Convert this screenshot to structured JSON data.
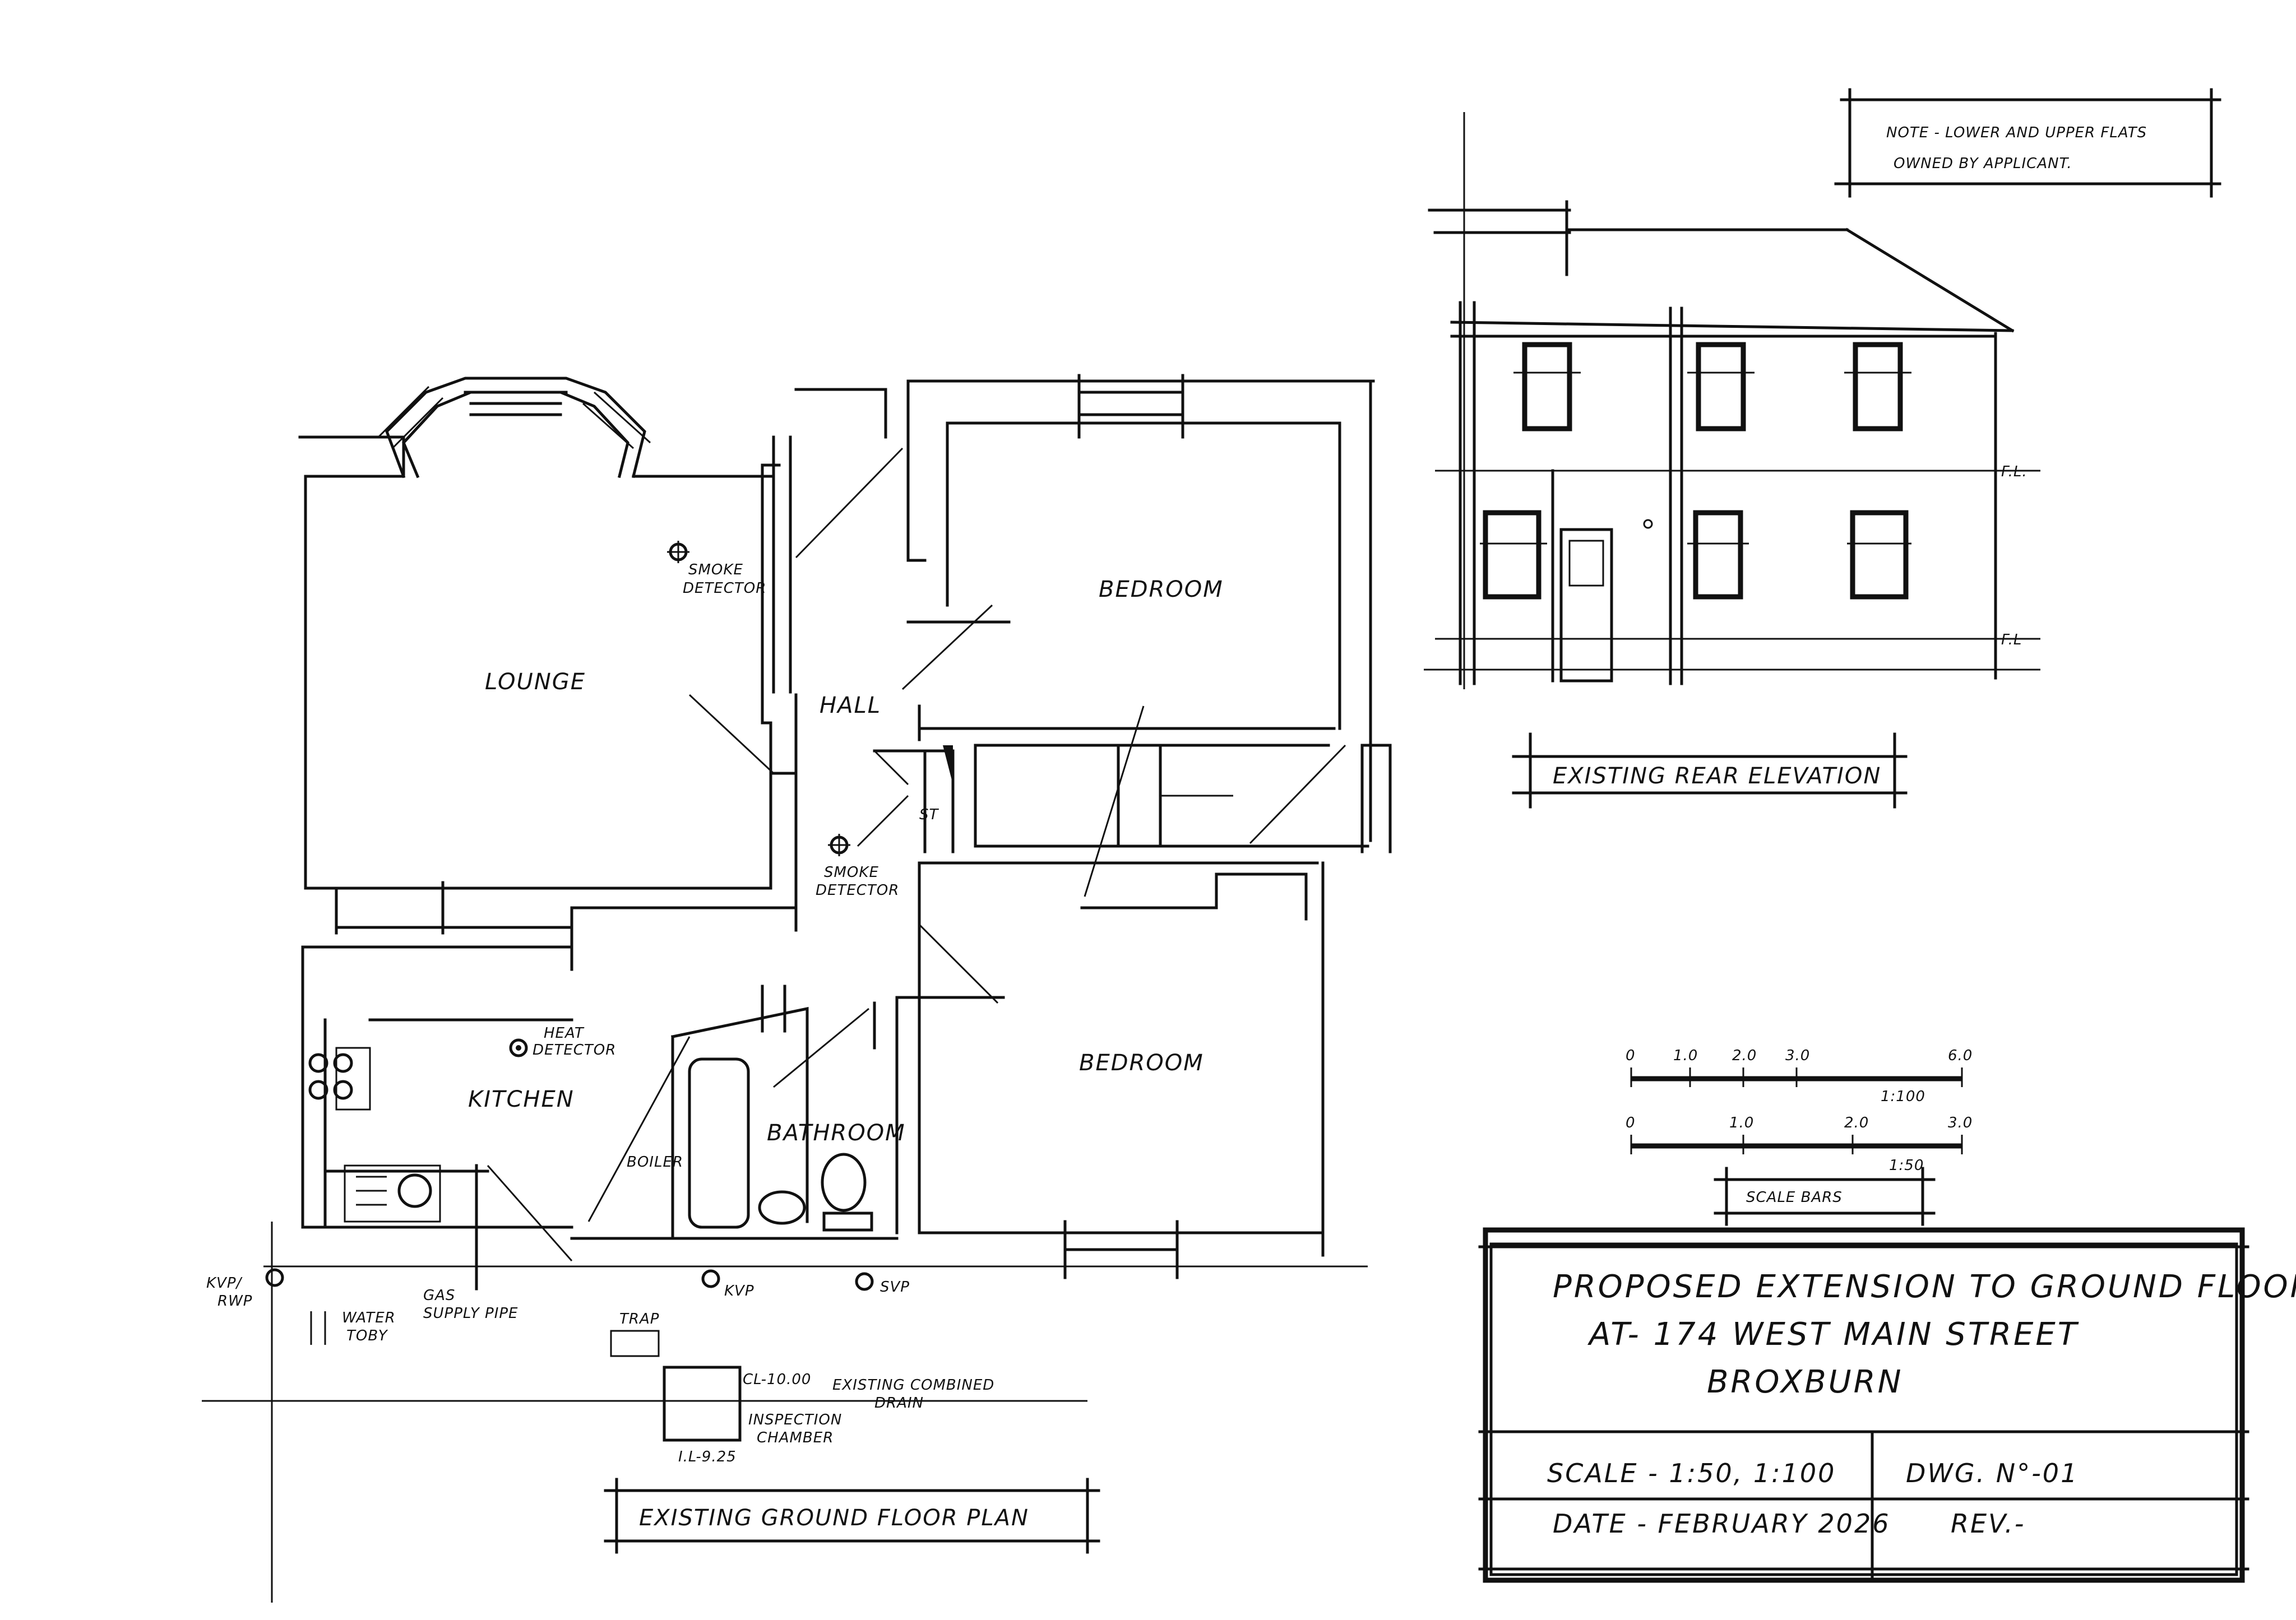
{
  "note": {
    "line1": "NOTE - LOWER AND UPPER FLATS",
    "line2": "OWNED BY APPLICANT."
  },
  "plan": {
    "rooms": {
      "lounge": "LOUNGE",
      "bedroom_front": "BEDROOM",
      "hall": "HALL",
      "bedroom_rear": "BEDROOM",
      "kitchen": "KITCHEN",
      "bathroom": "BATHROOM"
    },
    "annotations": {
      "smoke1_a": "SMOKE",
      "smoke1_b": "DETECTOR",
      "smoke2_a": "SMOKE",
      "smoke2_b": "DETECTOR",
      "heat_a": "HEAT",
      "heat_b": "DETECTOR",
      "st": "ST",
      "boiler": "BOILER",
      "kvp_rwp_a": "KVP/",
      "kvp_rwp_b": "RWP",
      "kvp": "KVP",
      "svp": "SVP",
      "water_a": "WATER",
      "water_b": "TOBY",
      "gas_a": "GAS",
      "gas_b": "SUPPLY PIPE",
      "trap": "TRAP",
      "cl": "CL-10.00",
      "il": "I.L-9.25",
      "drain_a": "EXISTING COMBINED",
      "drain_b": "DRAIN",
      "insp_a": "INSPECTION",
      "insp_b": "CHAMBER"
    },
    "caption": "EXISTING GROUND FLOOR PLAN"
  },
  "elevation": {
    "caption": "EXISTING REAR ELEVATION",
    "fl_upper": "F.L.",
    "fl_lower": "F.L"
  },
  "scale_bars": {
    "bar1_ticks": [
      "0",
      "1.0",
      "2.0",
      "3.0",
      "6.0"
    ],
    "bar1_ratio": "1:100",
    "bar2_ticks": [
      "0",
      "1.0",
      "2.0",
      "3.0"
    ],
    "bar2_ratio": "1:50",
    "caption": "SCALE BARS"
  },
  "title_block": {
    "line1": "PROPOSED EXTENSION TO GROUND FLOOR FLAT",
    "line2": "AT- 174 WEST MAIN STREET",
    "line3": "BROXBURN",
    "scale": "SCALE - 1:50, 1:100",
    "date": "DATE - FEBRUARY 2026",
    "dwg": "DWG. N°-01",
    "rev": "REV.-"
  }
}
